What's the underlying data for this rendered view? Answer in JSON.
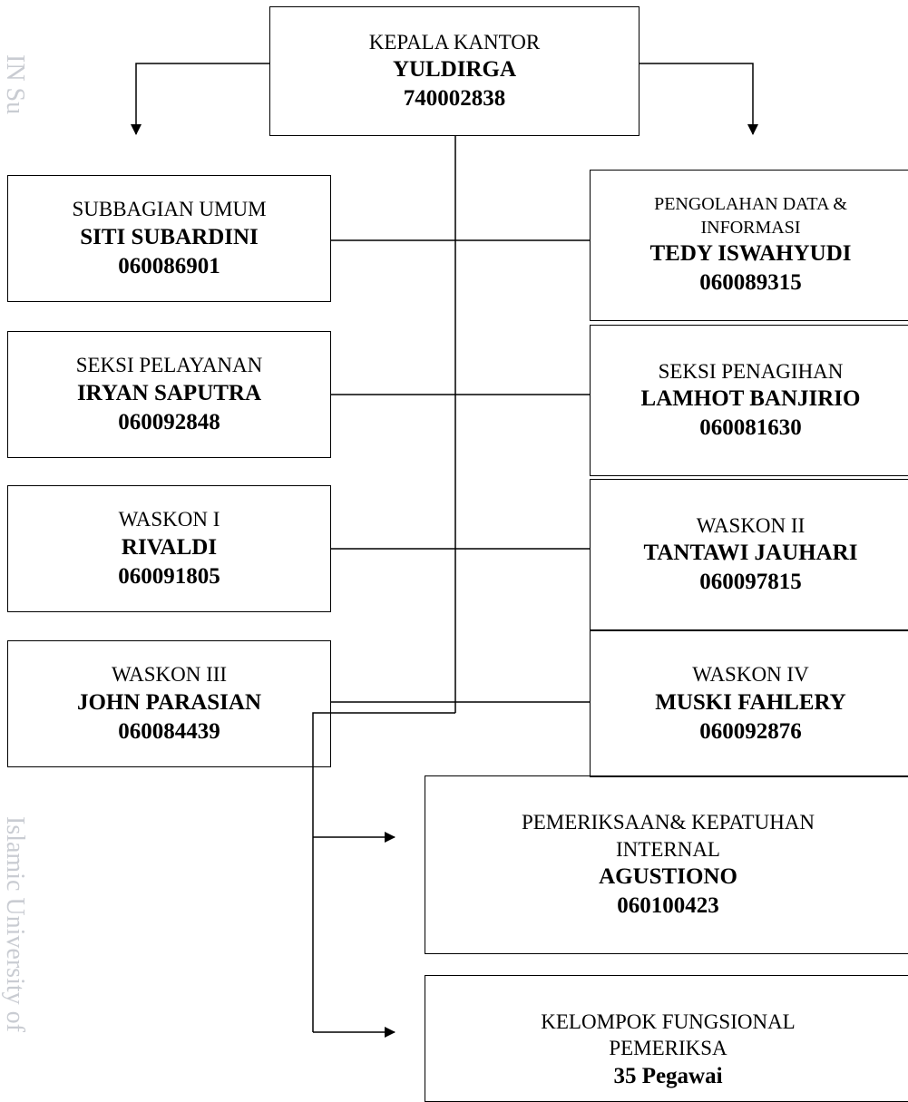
{
  "watermark": {
    "top": "IN Su",
    "bottom": "Islamic University of"
  },
  "head": {
    "title": "KEPALA KANTOR",
    "name": "YULDIRGA",
    "nip": "740002838"
  },
  "left": [
    {
      "title": "SUBBAGIAN UMUM",
      "name": "SITI SUBARDINI",
      "nip": "060086901"
    },
    {
      "title": "SEKSI PELAYANAN",
      "name": "IRYAN SAPUTRA",
      "nip": "060092848"
    },
    {
      "title": "WASKON I",
      "name": "RIVALDI",
      "nip": "060091805"
    },
    {
      "title": "WASKON III",
      "name": "JOHN PARASIAN",
      "nip": "060084439"
    }
  ],
  "right": [
    {
      "title": "PENGOLAHAN DATA &",
      "title2": "INFORMASI",
      "name": "TEDY ISWAHYUDI",
      "nip": "060089315"
    },
    {
      "title": "SEKSI PENAGIHAN",
      "name": "LAMHOT BANJIRIO",
      "nip": "060081630"
    },
    {
      "title": "WASKON II",
      "name": "TANTAWI JAUHARI",
      "nip": "060097815"
    },
    {
      "title": "WASKON IV",
      "name": "MUSKI FAHLERY",
      "nip": "060092876"
    }
  ],
  "bottom": [
    {
      "title": "PEMERIKSAAN& KEPATUHAN",
      "title2": "INTERNAL",
      "name": "AGUSTIONO",
      "nip": "060100423"
    },
    {
      "title": "KELOMPOK FUNGSIONAL",
      "title2": "PEMERIKSA",
      "name": "35 Pegawai"
    }
  ]
}
